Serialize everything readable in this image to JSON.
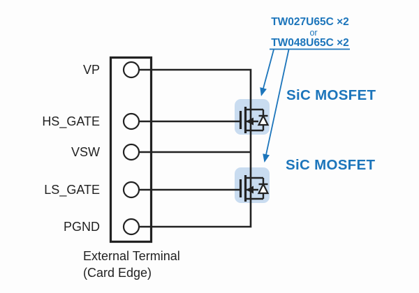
{
  "colors": {
    "accent_blue": "#1c75bb",
    "mosfet_highlight": "#c9dcf0",
    "wire": "#222222",
    "background": "#fdfdfd"
  },
  "connector": {
    "pins": [
      "VP",
      "HS_GATE",
      "VSW",
      "LS_GATE",
      "PGND"
    ],
    "caption": [
      "External Terminal",
      "(Card Edge)"
    ]
  },
  "callout": {
    "option1": "TW027U65C ×2",
    "conjunction": "or",
    "option2": "TW048U65C ×2"
  },
  "labels": {
    "high_side": "SiC MOSFET",
    "low_side": "SiC MOSFET"
  }
}
